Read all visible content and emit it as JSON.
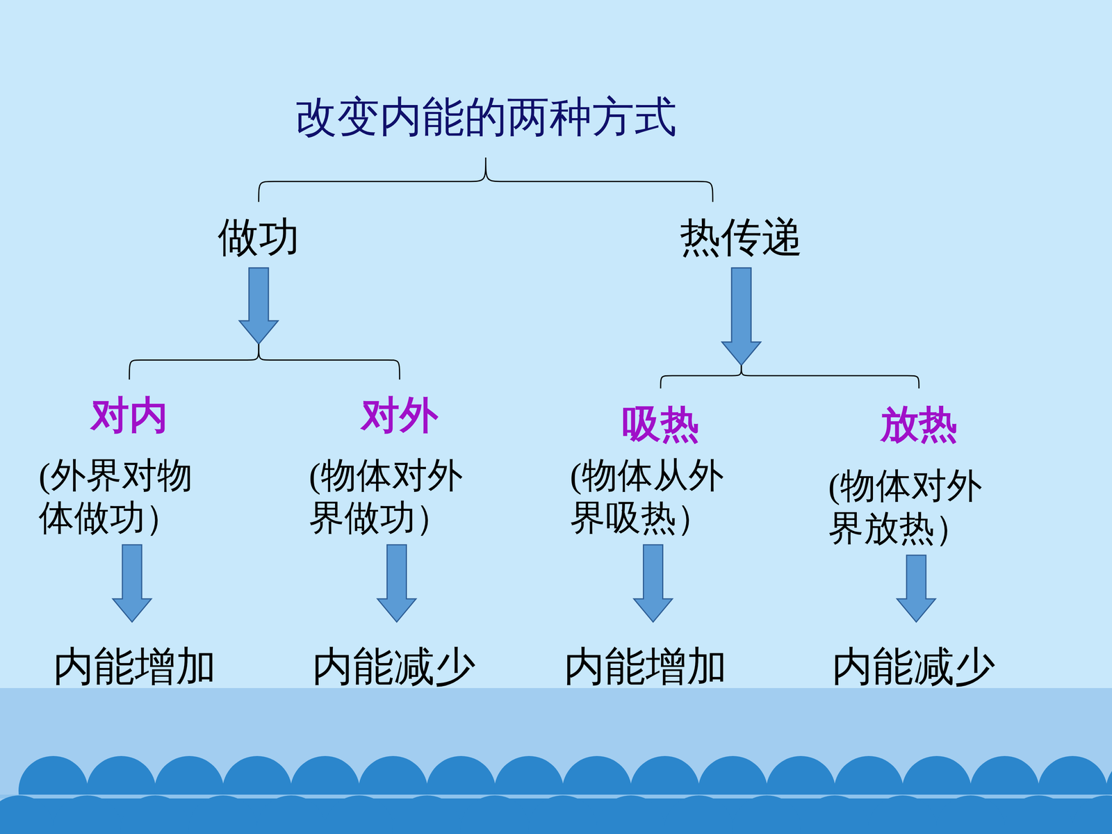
{
  "diagram": {
    "title": "改变内能的两种方式",
    "nodes": [
      {
        "text": [
          "做功"
        ]
      },
      {
        "text": [
          "热传递"
        ]
      },
      {
        "text": [
          "对内",
          "(外界对物体做功）"
        ]
      },
      {
        "text": [
          "对外",
          "(物体对外界做功）"
        ]
      },
      {
        "text": [
          "吸热",
          "(物体从外界吸热）"
        ]
      },
      {
        "text": [
          "放热",
          "(物体对外界放热）"
        ]
      },
      {
        "text": [
          "内能增加"
        ]
      },
      {
        "text": [
          "内能减少"
        ]
      },
      {
        "text": [
          "内能增加"
        ]
      },
      {
        "text": [
          "内能减少"
        ]
      }
    ],
    "edges": [
      {
        "from": 0,
        "to": 2,
        "arrow": "to"
      },
      {
        "from": 0,
        "to": 3,
        "arrow": "to"
      },
      {
        "from": 1,
        "to": 4,
        "arrow": "to"
      },
      {
        "from": 1,
        "to": 5,
        "arrow": "to"
      },
      {
        "from": 2,
        "to": 6,
        "arrow": "to"
      },
      {
        "from": 3,
        "to": 7,
        "arrow": "to"
      },
      {
        "from": 4,
        "to": 8,
        "arrow": "to"
      },
      {
        "from": 5,
        "to": 9,
        "arrow": "to"
      }
    ]
  }
}
